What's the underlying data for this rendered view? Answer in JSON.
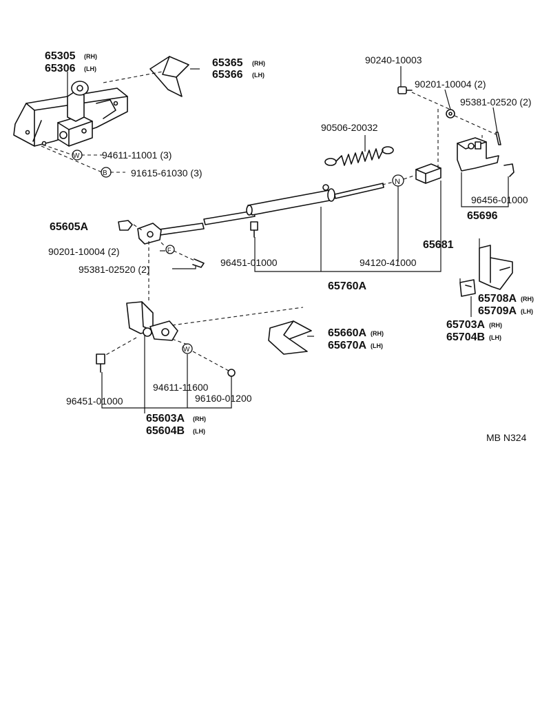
{
  "labels": {
    "p65305": "65305",
    "p65305_side": "(RH)",
    "p65306": "65306",
    "p65306_side": "(LH)",
    "p65365": "65365",
    "p65365_side": "(RH)",
    "p65366": "65366",
    "p65366_side": "(LH)",
    "p94611_11001": "94611-11001 (3)",
    "p91615_61030": "91615-61030 (3)",
    "p90240_10003": "90240-10003",
    "p90201_10004_top": "90201-10004 (2)",
    "p95381_02520_top": "95381-02520 (2)",
    "p90506_20032": "90506-20032",
    "p96456_01000": "96456-01000",
    "p65696": "65696",
    "p65605A": "65605A",
    "p65681": "65681",
    "p90201_10004_left": "90201-10004 (2)",
    "p95381_02520_left": "95381-02520 (2)",
    "p96451_01000_mid": "96451-01000",
    "p94120_41000": "94120-41000",
    "p65760A": "65760A",
    "p65708A": "65708A",
    "p65708A_side": "(RH)",
    "p65709A": "65709A",
    "p65709A_side": "(LH)",
    "p65703A": "65703A",
    "p65703A_side": "(RH)",
    "p65704B": "65704B",
    "p65704B_side": "(LH)",
    "p65660A": "65660A",
    "p65660A_side": "(RH)",
    "p65670A": "65670A",
    "p65670A_side": "(LH)",
    "p94611_11600": "94611-11600",
    "p96160_01200": "96160-01200",
    "p96451_01000_bot": "96451-01000",
    "p65603A": "65603A",
    "p65603A_side": "(RH)",
    "p65604B": "65604B",
    "p65604B_side": "(LH)",
    "ref_code": "MB N324"
  },
  "markers": {
    "washer_w": "W",
    "bolt_b": "B",
    "nut_n": "N",
    "retainer_f": "F"
  }
}
